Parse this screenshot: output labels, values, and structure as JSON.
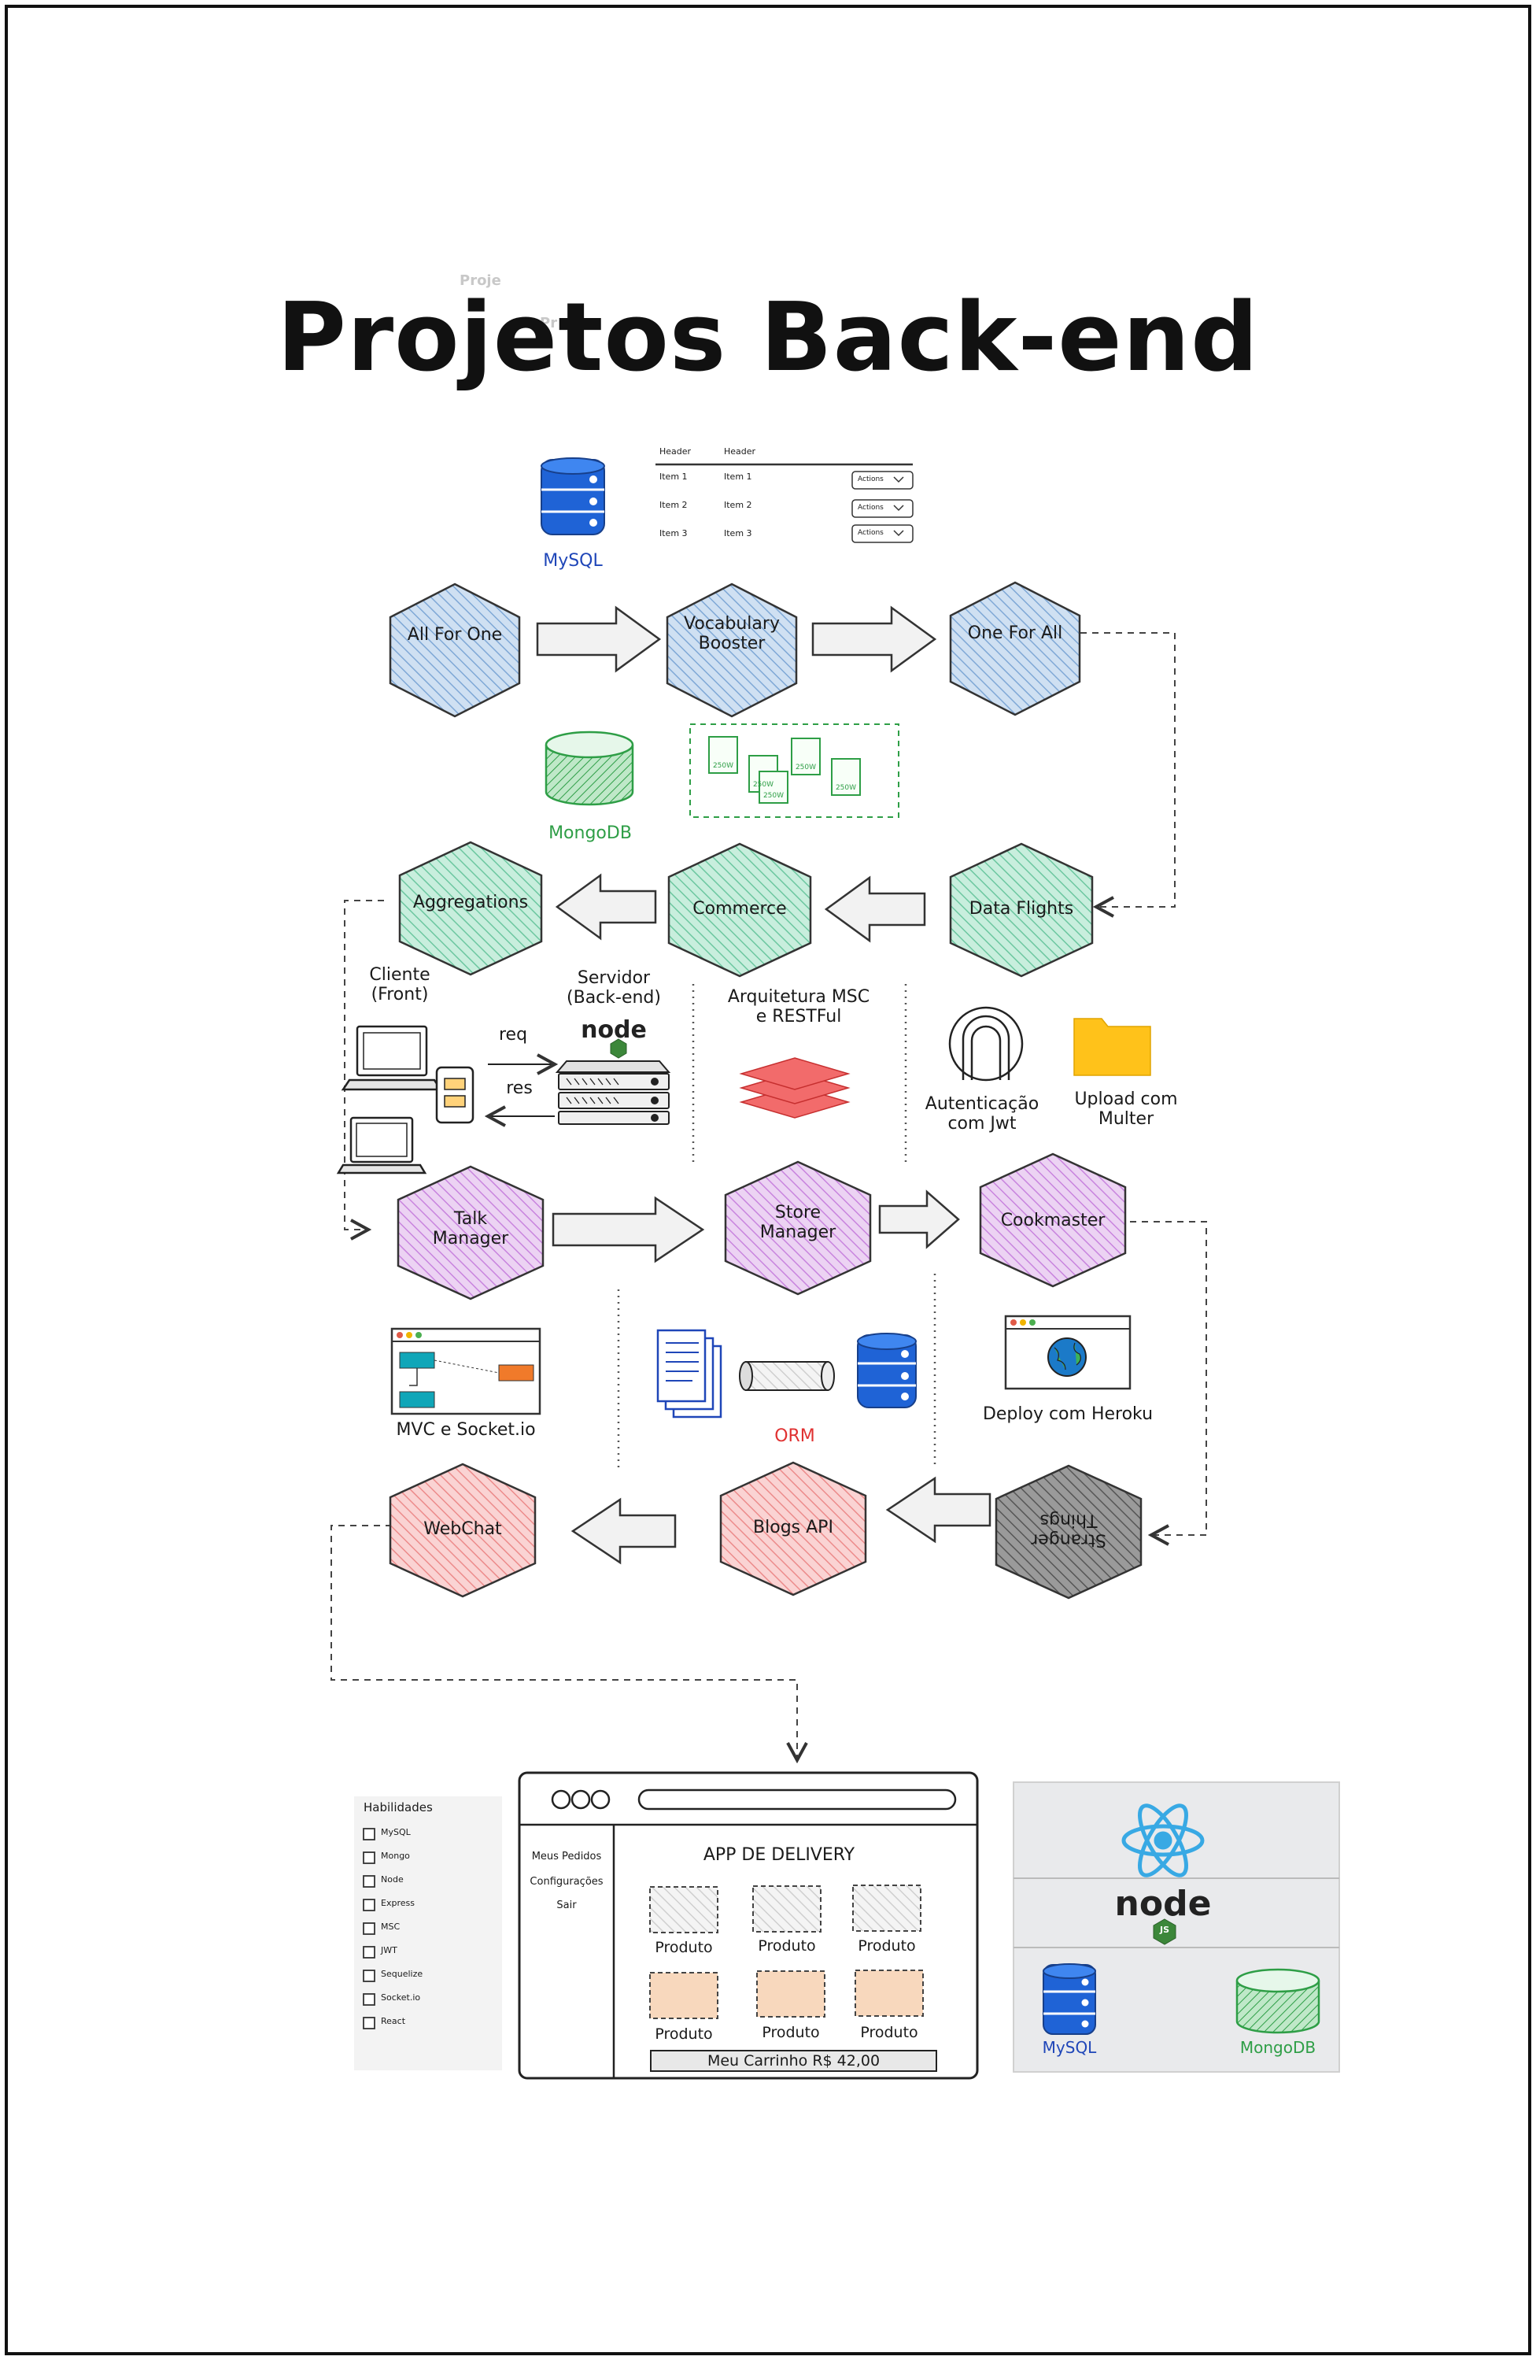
{
  "title": "Projetos Back-end",
  "ghost_texts": [
    "Proje",
    "Pr"
  ],
  "icons": {
    "mysql_top": "MySQL",
    "mongodb_mid": "MongoDB"
  },
  "table_mock": {
    "headers": [
      "Header",
      "Header"
    ],
    "rows": [
      {
        "c1": "Item 1",
        "c2": "Item 1",
        "action": "Actions"
      },
      {
        "c1": "Item 2",
        "c2": "Item 2",
        "action": "Actions"
      },
      {
        "c1": "Item 3",
        "c2": "Item 3",
        "action": "Actions"
      }
    ]
  },
  "file_badges": [
    "250W",
    "250W",
    "250W",
    "250W",
    "250W"
  ],
  "projects": {
    "all_for_one": "All For One",
    "vocabulary_booster": "Vocabulary\nBooster",
    "one_for_all": "One For All",
    "aggregations": "Aggregations",
    "commerce": "Commerce",
    "data_flights": "Data Flights",
    "talk_manager": "Talk\nManager",
    "store_manager": "Store\nManager",
    "cookmaster": "Cookmaster",
    "webchat": "WebChat",
    "blogs_api": "Blogs API",
    "stranger_things": "Stranger\nThings"
  },
  "client_server": {
    "client": "Cliente\n(Front)",
    "server": "Servidor\n(Back-end)",
    "req": "req",
    "res": "res",
    "node": "node"
  },
  "concepts": {
    "msc": "Arquitetura MSC\ne RESTFul",
    "auth": "Autenticação\ncom Jwt",
    "upload": "Upload com\nMulter",
    "mvc": "MVC e Socket.io",
    "orm": "ORM",
    "deploy": "Deploy com Heroku"
  },
  "skills": {
    "title": "Habilidades",
    "items": [
      "MySQL",
      "Mongo",
      "Node",
      "Express",
      "MSC",
      "JWT",
      "Sequelize",
      "Socket.io",
      "React"
    ]
  },
  "delivery_app": {
    "menu": [
      "Meus Pedidos",
      "Configurações",
      "Sair"
    ],
    "heading": "APP DE DELIVERY",
    "products": [
      "Produto",
      "Produto",
      "Produto",
      "Produto",
      "Produto",
      "Produto"
    ],
    "cart": "Meu Carrinho R$ 42,00"
  },
  "stack": {
    "node": "node",
    "js_badge": "JS",
    "mysql": "MySQL",
    "mongodb": "MongoDB"
  },
  "colors": {
    "blue_hex": "#a9c8e8",
    "green_hex": "#9fdcc3",
    "purple_hex": "#d9a6e8",
    "red_hex": "#f4a7a7",
    "dark_hex": "#7a7a7a",
    "mysql": "#1f63d6",
    "mongodb": "#2e9e46",
    "folder": "#ffc21a",
    "orm_red": "#e03131"
  }
}
